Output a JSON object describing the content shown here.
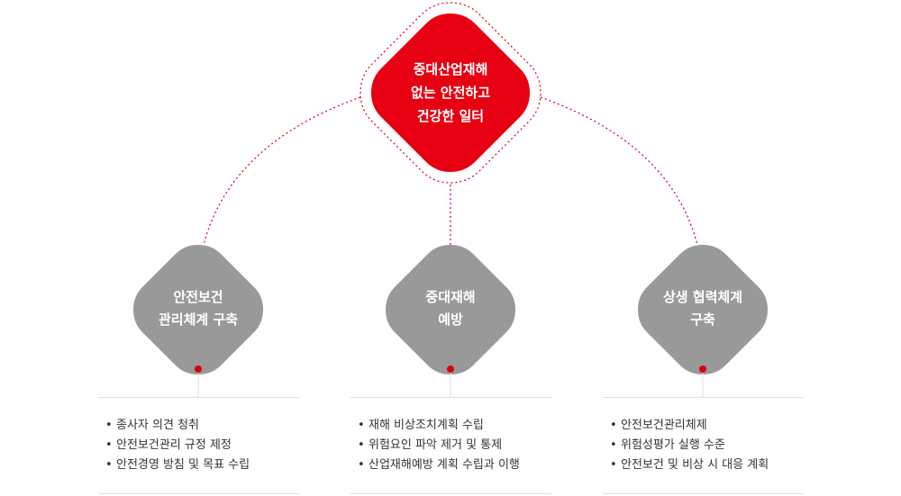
{
  "colors": {
    "main_fill": "#e60012",
    "branch_fill": "#999999",
    "connector": "#d7000f",
    "text": "#333333"
  },
  "main": {
    "label": "중대산업재해\n없는 안전하고\n건강한 일터"
  },
  "branches": [
    {
      "label": "안전보건\n관리체계 구축",
      "items": [
        "종사자 의견 청취",
        "안전보건관리 규정 제정",
        "안전경영 방침 및 목표 수립"
      ]
    },
    {
      "label": "중대재해\n예방",
      "items": [
        "재해 비상조치계획 수립",
        "위험요인 파악 제거 및 통제",
        "산업재해예방 계획 수립과 이행"
      ]
    },
    {
      "label": "상생 협력체계\n구축",
      "items": [
        "안전보건관리체제",
        "위험성평가 실행 수준",
        "안전보건 및 비상 시 대응 계획"
      ]
    }
  ]
}
